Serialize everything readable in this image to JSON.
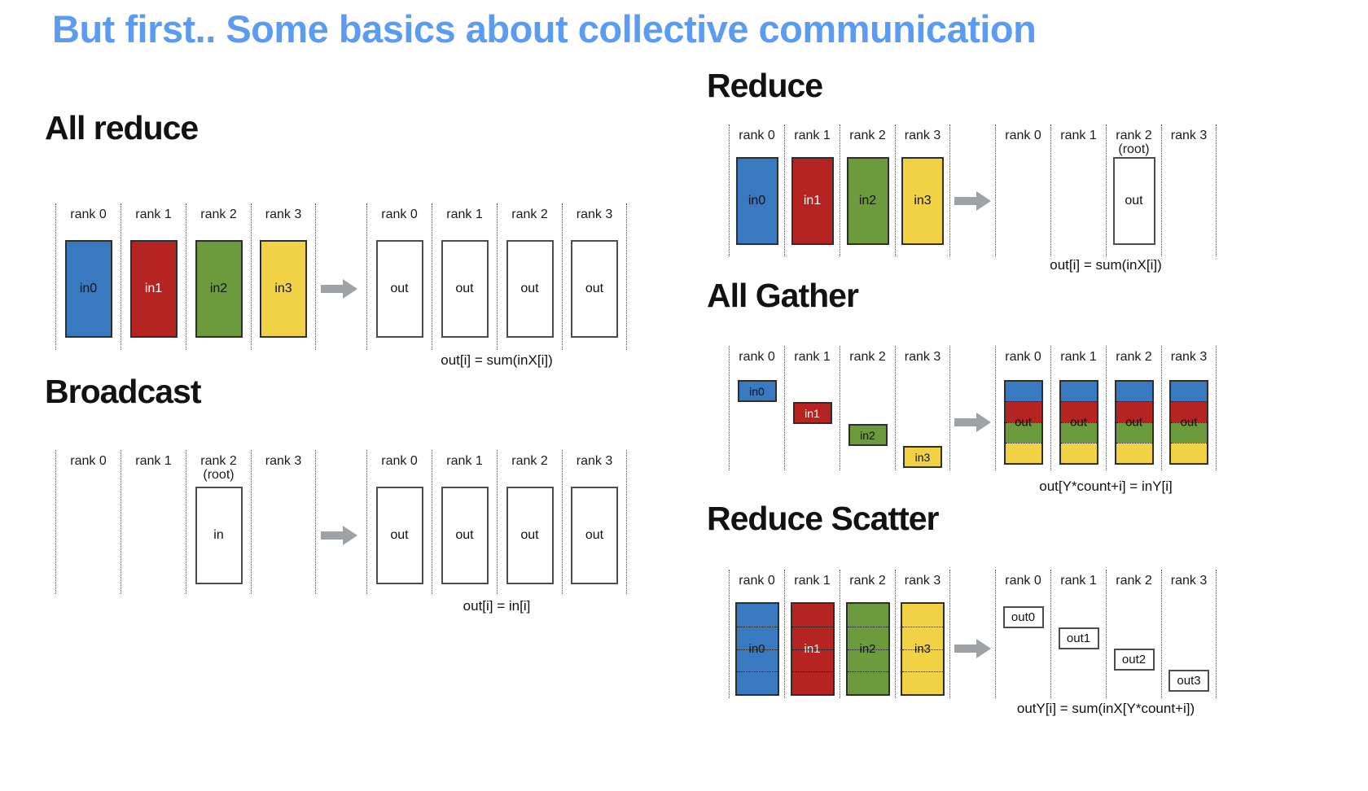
{
  "title": "But first.. Some basics about collective communication",
  "colors": {
    "blue": "#3879c0",
    "red": "#b52421",
    "green": "#6b9b3d",
    "yellow": "#f1d246",
    "arrow": "#9fa2a5",
    "title": "#5b9cf2"
  },
  "sections": {
    "all_reduce": {
      "heading": "All reduce",
      "input_ranks": [
        "rank 0",
        "rank 1",
        "rank 2",
        "rank 3"
      ],
      "inputs": [
        "in0",
        "in1",
        "in2",
        "in3"
      ],
      "output_ranks": [
        "rank 0",
        "rank 1",
        "rank 2",
        "rank 3"
      ],
      "outputs": [
        "out",
        "out",
        "out",
        "out"
      ],
      "formula": "out[i] = sum(inX[i])"
    },
    "broadcast": {
      "heading": "Broadcast",
      "input_ranks": [
        "rank 0",
        "rank 1",
        "rank 2",
        "rank 3"
      ],
      "root_label": "(root)",
      "input": "in",
      "output_ranks": [
        "rank 0",
        "rank 1",
        "rank 2",
        "rank 3"
      ],
      "outputs": [
        "out",
        "out",
        "out",
        "out"
      ],
      "formula": "out[i] = in[i]"
    },
    "reduce": {
      "heading": "Reduce",
      "input_ranks": [
        "rank 0",
        "rank 1",
        "rank 2",
        "rank 3"
      ],
      "inputs": [
        "in0",
        "in1",
        "in2",
        "in3"
      ],
      "output_ranks": [
        "rank 0",
        "rank 1",
        "rank 2",
        "rank 3"
      ],
      "root_label": "(root)",
      "output": "out",
      "formula": "out[i] = sum(inX[i])"
    },
    "all_gather": {
      "heading": "All Gather",
      "input_ranks": [
        "rank 0",
        "rank 1",
        "rank 2",
        "rank 3"
      ],
      "inputs": [
        "in0",
        "in1",
        "in2",
        "in3"
      ],
      "output_ranks": [
        "rank 0",
        "rank 1",
        "rank 2",
        "rank 3"
      ],
      "outputs": [
        "out",
        "out",
        "out",
        "out"
      ],
      "formula": "out[Y*count+i] = inY[i]"
    },
    "reduce_scatter": {
      "heading": "Reduce Scatter",
      "input_ranks": [
        "rank 0",
        "rank 1",
        "rank 2",
        "rank 3"
      ],
      "inputs": [
        "in0",
        "in1",
        "in2",
        "in3"
      ],
      "output_ranks": [
        "rank 0",
        "rank 1",
        "rank 2",
        "rank 3"
      ],
      "outputs": [
        "out0",
        "out1",
        "out2",
        "out3"
      ],
      "formula": "outY[i] = sum(inX[Y*count+i])"
    }
  }
}
